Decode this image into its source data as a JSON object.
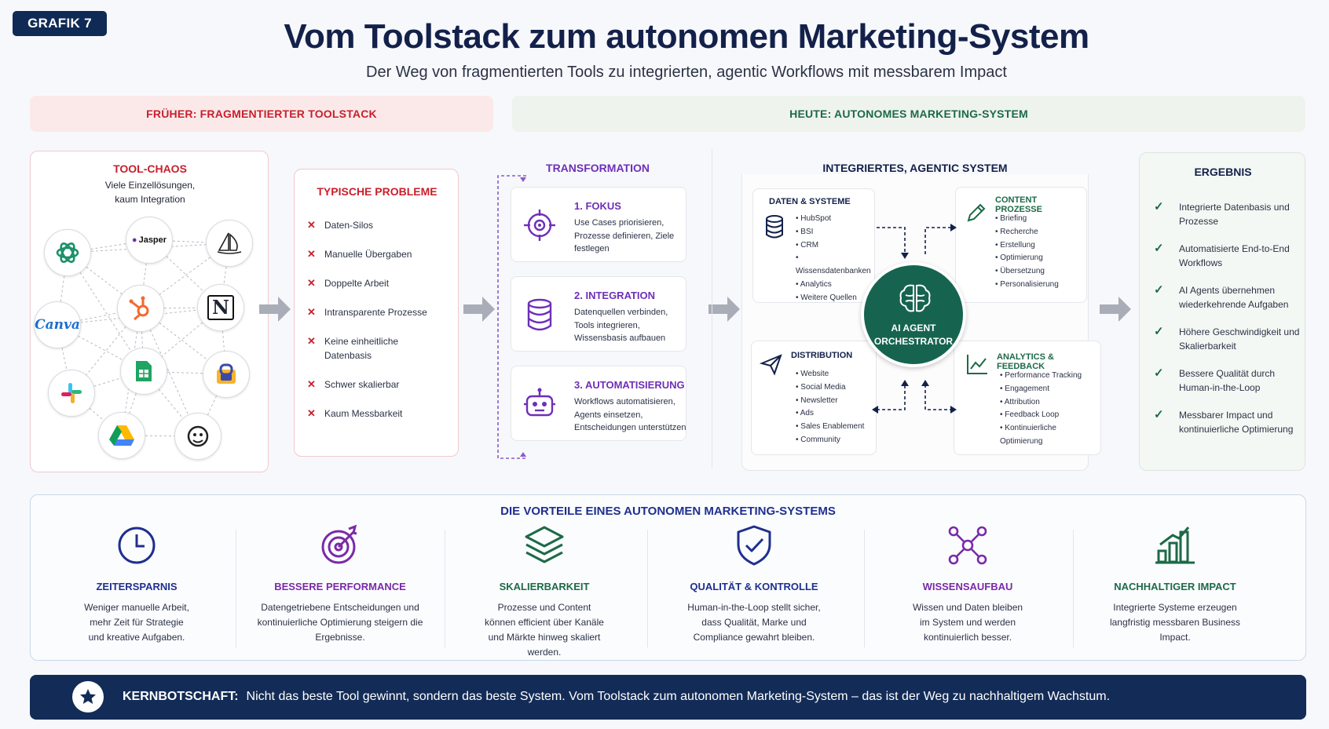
{
  "header": {
    "tag": "GRAFIK 7",
    "title": "Vom Toolstack zum autonomen Marketing-System",
    "subtitle": "Der Weg von fragmentierten Tools zu integrierten, agentic Workflows mit messbarem Impact"
  },
  "bands": {
    "left": "FRÜHER: FRAGMENTIERTER TOOLSTACK",
    "right": "HEUTE: AUTONOMES MARKETING-SYSTEM"
  },
  "tool_chaos": {
    "title": "TOOL-CHAOS",
    "desc1": "Viele Einzellösungen,",
    "desc2": "kaum Integration",
    "logos": {
      "jasper": "Jasper",
      "canva": "Canva",
      "notion": "N"
    }
  },
  "problems": {
    "title": "TYPISCHE PROBLEME",
    "items": [
      "Daten-Silos",
      "Manuelle Übergaben",
      "Doppelte Arbeit",
      "Intransparente Prozesse",
      "Keine einheitliche Datenbasis",
      "Schwer skalierbar",
      "Kaum Messbarkeit"
    ]
  },
  "transformation": {
    "title": "TRANSFORMATION",
    "steps": [
      {
        "title": "1. FOKUS",
        "desc": "Use Cases priorisieren, Prozesse definieren, Ziele festlegen",
        "icon": "target-icon"
      },
      {
        "title": "2. INTEGRATION",
        "desc": "Datenquellen verbinden, Tools integrieren, Wissensbasis aufbauen",
        "icon": "database-icon"
      },
      {
        "title": "3. AUTOMATISIERUNG",
        "desc": "Workflows automatisieren, Agents einsetzen, Entscheidungen unterstützen",
        "icon": "robot-icon"
      }
    ]
  },
  "system": {
    "title": "INTEGRIERTES, AGENTIC SYSTEM",
    "center_line1": "AI AGENT",
    "center_line2": "ORCHESTRATOR",
    "daten": {
      "title": "DATEN & SYSTEME",
      "items": [
        "HubSpot",
        "BSI",
        "CRM",
        "Wissensdatenbanken",
        "Analytics",
        "Weitere Quellen"
      ]
    },
    "content": {
      "title": "CONTENT PROZESSE",
      "items": [
        "Briefing",
        "Recherche",
        "Erstellung",
        "Optimierung",
        "Übersetzung",
        "Personalisierung"
      ]
    },
    "distribution": {
      "title": "DISTRIBUTION",
      "items": [
        "Website",
        "Social Media",
        "Newsletter",
        "Ads",
        "Sales Enablement",
        "Community"
      ]
    },
    "analytics": {
      "title": "ANALYTICS & FEEDBACK",
      "items": [
        "Performance Tracking",
        "Engagement",
        "Attribution",
        "Feedback Loop",
        "Kontinuierliche Optimierung"
      ]
    }
  },
  "ergebnis": {
    "title": "ERGEBNIS",
    "items": [
      "Integrierte Datenbasis und Prozesse",
      "Automatisierte End-to-End Workflows",
      "AI Agents übernehmen wiederkehrende Aufgaben",
      "Höhere Geschwindigkeit und Skalierbarkeit",
      "Bessere Qualität durch Human-in-the-Loop",
      "Messbarer Impact und kontinuierliche Optimierung"
    ]
  },
  "vorteile": {
    "title": "DIE VORTEILE EINES AUTONOMEN MARKETING-SYSTEMS",
    "items": [
      {
        "title": "ZEITERSPARNIS",
        "desc": "Weniger manuelle Arbeit, mehr Zeit für Strategie und kreative Aufgaben.",
        "icon": "clock-icon",
        "color": "#1f2f8f"
      },
      {
        "title": "BESSERE PERFORMANCE",
        "desc": "Datengetriebene Entscheidungen und kontinuierliche Optimierung steigern die Ergebnisse.",
        "icon": "target-icon",
        "color": "#7a2aa8"
      },
      {
        "title": "SKALIERBARKEIT",
        "desc": "Prozesse und Content können efficient über Kanäle und Märkte hinweg skaliert werden.",
        "icon": "layers-icon",
        "color": "#1d6a47"
      },
      {
        "title": "QUALITÄT & KONTROLLE",
        "desc": "Human-in-the-Loop stellt sicher, dass Qualität, Marke und Compliance gewahrt bleiben.",
        "icon": "shield-check-icon",
        "color": "#1f2f8f"
      },
      {
        "title": "WISSENSAUFBAU",
        "desc": "Wissen und Daten bleiben im System und werden kontinuierlich besser.",
        "icon": "network-icon",
        "color": "#7a2aa8"
      },
      {
        "title": "NACHHALTIGER IMPACT",
        "desc": "Integrierte Systeme erzeugen langfristig messbaren Business Impact.",
        "icon": "bar-chart-icon",
        "color": "#1d6a47"
      }
    ]
  },
  "kern": {
    "label": "KERNBOTSCHAFT:",
    "text": "Nicht das beste Tool gewinnt, sondern das beste System. Vom Toolstack zum autonomen Marketing-System – das ist der Weg zu nachhaltigem Wachstum."
  },
  "colors": {
    "navy": "#13214a",
    "red": "#c8202c",
    "purple": "#6e2fb8",
    "green": "#1d6a47",
    "orchestrator": "#166450"
  }
}
